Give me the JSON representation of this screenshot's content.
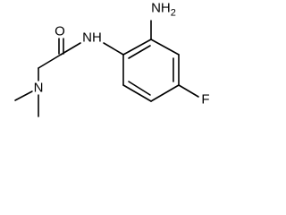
{
  "molecule": {
    "atoms": {
      "amino_n": "NH2",
      "amide_n": "NH",
      "carbonyl_o": "O",
      "dimethylamino_n": "N",
      "fluorine": "F"
    }
  },
  "colors": {
    "bond": "#000000",
    "label": "#000000",
    "background": "#ffffff"
  }
}
